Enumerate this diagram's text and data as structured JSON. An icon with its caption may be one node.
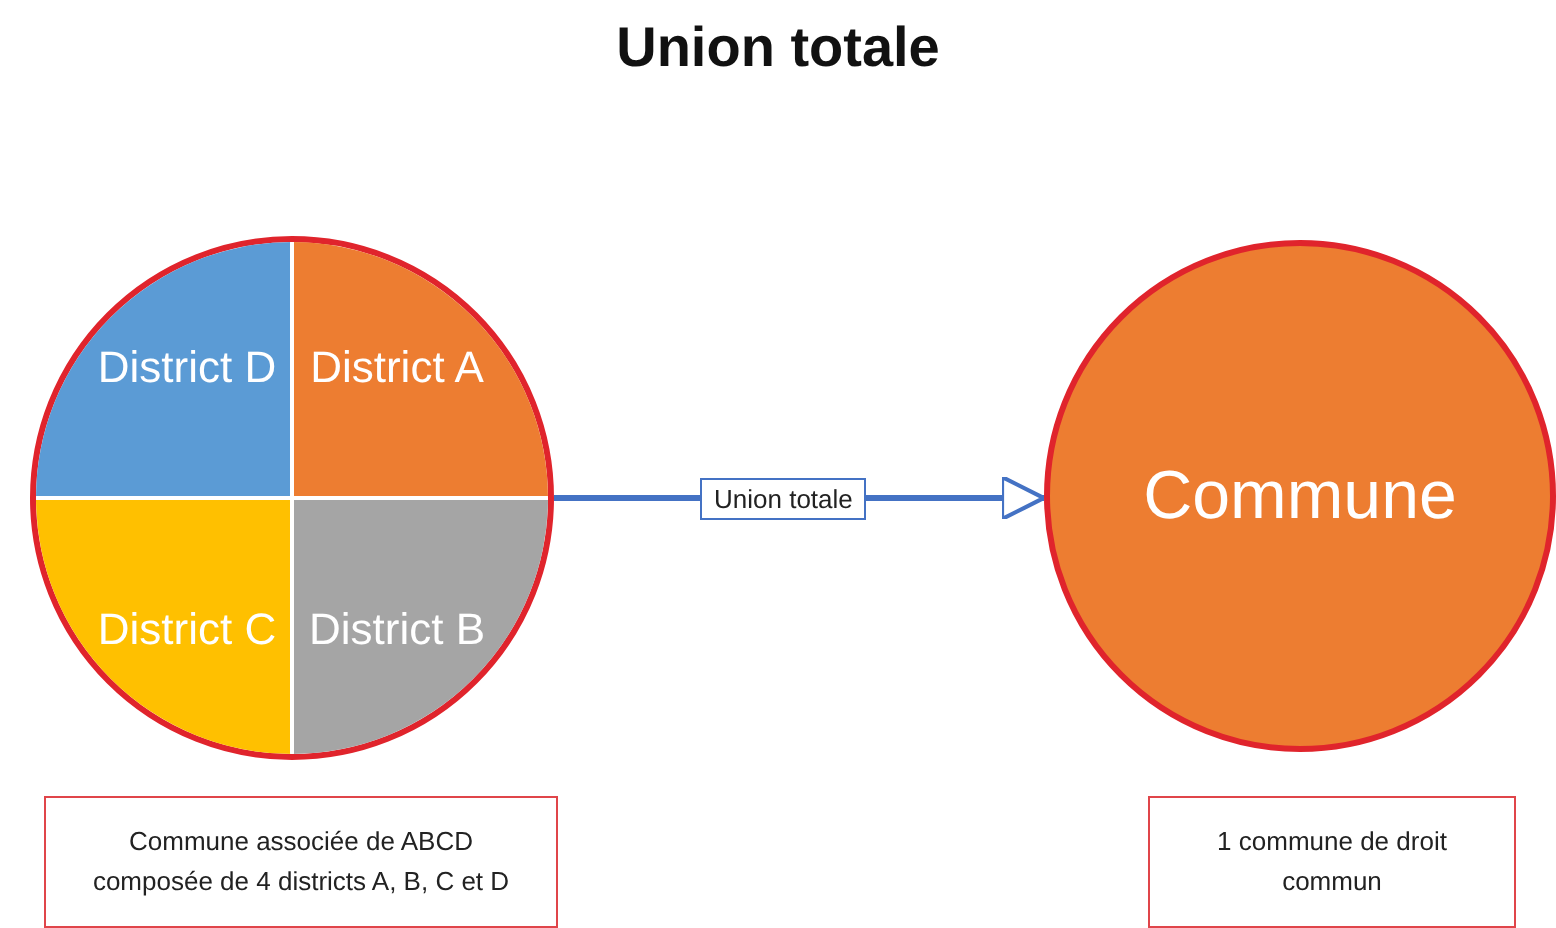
{
  "diagram": {
    "title": "Union totale",
    "nodes": [
      {
        "text": [],
        "shape": "circle"
      },
      {
        "text": [
          "District D"
        ],
        "in": 0
      },
      {
        "text": [
          "District A"
        ],
        "in": 0
      },
      {
        "text": [
          "District C"
        ],
        "in": 0
      },
      {
        "text": [
          "District B"
        ],
        "in": 0
      },
      {
        "text": [
          "Commune"
        ]
      },
      {
        "text": [
          "Commune associée de ABCD composée de 4 districts A, B, C et D"
        ]
      },
      {
        "text": [
          "1 commune de droit commun"
        ]
      }
    ],
    "edges": [
      {
        "from": 0,
        "to": 5,
        "arrow": "to",
        "label": "Union totale"
      }
    ]
  }
}
